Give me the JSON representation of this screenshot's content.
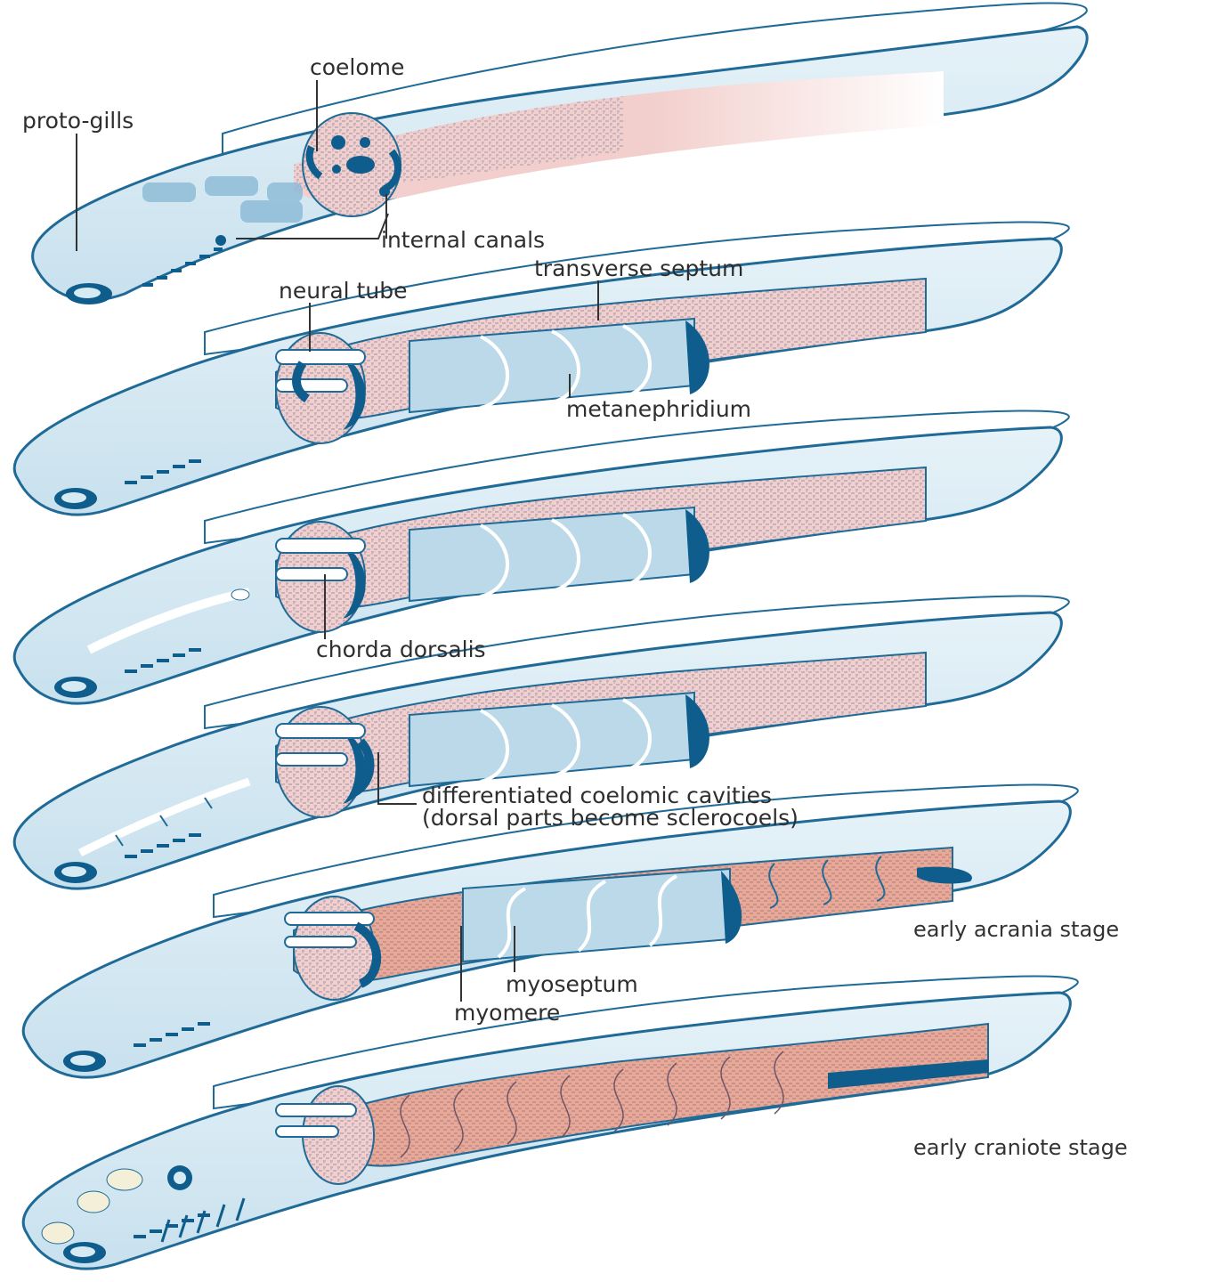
{
  "labels": {
    "coelome": "coelome",
    "proto_gills": "proto-gills",
    "internal_canals": "internal canals",
    "transverse_septum": "transverse septum",
    "neural_tube": "neural tube",
    "metanephridium": "metanephridium",
    "chorda_dorsalis": "chorda dorsalis",
    "diff_coelomic_1": "differentiated coelomic cavities",
    "diff_coelomic_2": "(dorsal parts become sclerocoels)",
    "myoseptum": "myoseptum",
    "myomere": "myomere"
  },
  "stages": {
    "early_acrania": "early acrania stage",
    "early_craniote": "early craniote stage"
  },
  "colors": {
    "outline": "#1f6a96",
    "body_fill": "#d6eaf3",
    "dark_blue": "#0f5d8c",
    "pink": "#f2cfcc",
    "salmon": "#e8a797",
    "stipple": "#6f7fa0",
    "leader": "#333333"
  }
}
